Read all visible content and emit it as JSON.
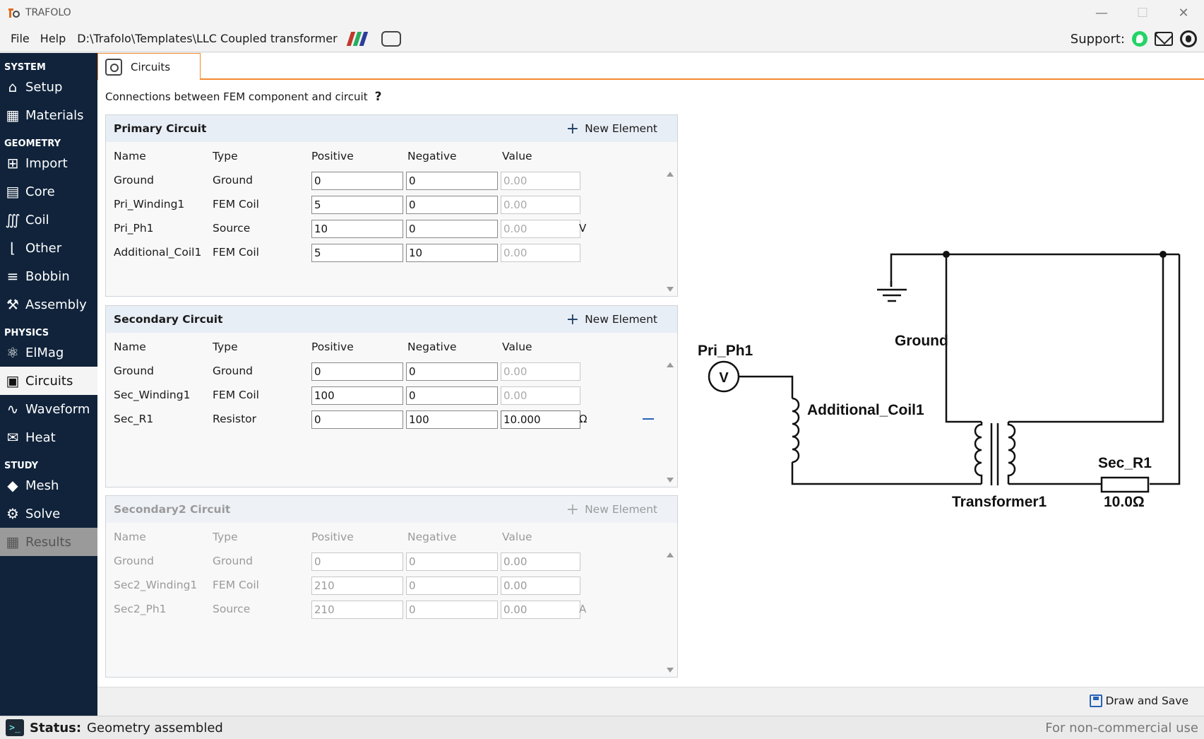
{
  "window": {
    "title": "TRAFOLO"
  },
  "menu": {
    "file": "File",
    "help": "Help",
    "path": "D:\\Trafolo\\Templates\\LLC Coupled transformer",
    "support_label": "Support:"
  },
  "sidebar": {
    "sections": [
      {
        "title": "SYSTEM",
        "items": [
          {
            "label": "Setup",
            "icon": "home-icon"
          },
          {
            "label": "Materials",
            "icon": "grid-icon"
          }
        ]
      },
      {
        "title": "GEOMETRY",
        "items": [
          {
            "label": "Import",
            "icon": "import-icon"
          },
          {
            "label": "Core",
            "icon": "core-icon"
          },
          {
            "label": "Coil",
            "icon": "coil-icon"
          },
          {
            "label": "Other",
            "icon": "bracket-icon"
          },
          {
            "label": "Bobbin",
            "icon": "bobbin-icon"
          },
          {
            "label": "Assembly",
            "icon": "wrench-icon"
          }
        ]
      },
      {
        "title": "PHYSICS",
        "items": [
          {
            "label": "ElMag",
            "icon": "atom-icon"
          },
          {
            "label": "Circuits",
            "icon": "circuit-icon",
            "active": true
          },
          {
            "label": "Waveform",
            "icon": "wave-icon"
          },
          {
            "label": "Heat",
            "icon": "thermometer-icon"
          }
        ]
      },
      {
        "title": "STUDY",
        "items": [
          {
            "label": "Mesh",
            "icon": "mesh-icon"
          },
          {
            "label": "Solve",
            "icon": "gear-icon"
          },
          {
            "label": "Results",
            "icon": "chart-icon",
            "disabled": true
          }
        ]
      }
    ]
  },
  "tabs": [
    {
      "label": "Circuits"
    }
  ],
  "main": {
    "connections_label": "Connections between FEM component and circuit",
    "help": "?",
    "new_element": "New Element",
    "columns": {
      "name": "Name",
      "type": "Type",
      "positive": "Positive",
      "negative": "Negative",
      "value": "Value"
    },
    "primary": {
      "title": "Primary Circuit",
      "rows": [
        {
          "name": "Ground",
          "type": "Ground",
          "positive": "0",
          "negative": "0",
          "value": "0.00",
          "unit": ""
        },
        {
          "name": "Pri_Winding1",
          "type": "FEM Coil",
          "positive": "5",
          "negative": "0",
          "value": "0.00",
          "unit": ""
        },
        {
          "name": "Pri_Ph1",
          "type": "Source",
          "positive": "10",
          "negative": "0",
          "value": "0.00",
          "unit": "V"
        },
        {
          "name": "Additional_Coil1",
          "type": "FEM Coil",
          "positive": "5",
          "negative": "10",
          "value": "0.00",
          "unit": ""
        }
      ]
    },
    "secondary": {
      "title": "Secondary Circuit",
      "rows": [
        {
          "name": "Ground",
          "type": "Ground",
          "positive": "0",
          "negative": "0",
          "value": "0.00",
          "unit": ""
        },
        {
          "name": "Sec_Winding1",
          "type": "FEM Coil",
          "positive": "100",
          "negative": "0",
          "value": "0.00",
          "unit": ""
        },
        {
          "name": "Sec_R1",
          "type": "Resistor",
          "positive": "0",
          "negative": "100",
          "value": "10.000",
          "unit": "Ω"
        }
      ]
    },
    "secondary2": {
      "title": "Secondary2 Circuit",
      "rows": [
        {
          "name": "Ground",
          "type": "Ground",
          "positive": "0",
          "negative": "0",
          "value": "0.00",
          "unit": ""
        },
        {
          "name": "Sec2_Winding1",
          "type": "FEM Coil",
          "positive": "210",
          "negative": "0",
          "value": "0.00",
          "unit": ""
        },
        {
          "name": "Sec2_Ph1",
          "type": "Source",
          "positive": "210",
          "negative": "0",
          "value": "0.00",
          "unit": "A"
        }
      ]
    },
    "draw_and_save": "Draw and Save"
  },
  "schematic": {
    "source_label": "Pri_Ph1",
    "source_symbol": "V",
    "ground_label": "Ground",
    "coil_label": "Additional_Coil1",
    "transformer_label": "Transformer1",
    "resistor_label": "Sec_R1",
    "resistor_value": "10.0Ω"
  },
  "status": {
    "label": "Status:",
    "text": "Geometry assembled",
    "license": "For non-commercial use"
  }
}
